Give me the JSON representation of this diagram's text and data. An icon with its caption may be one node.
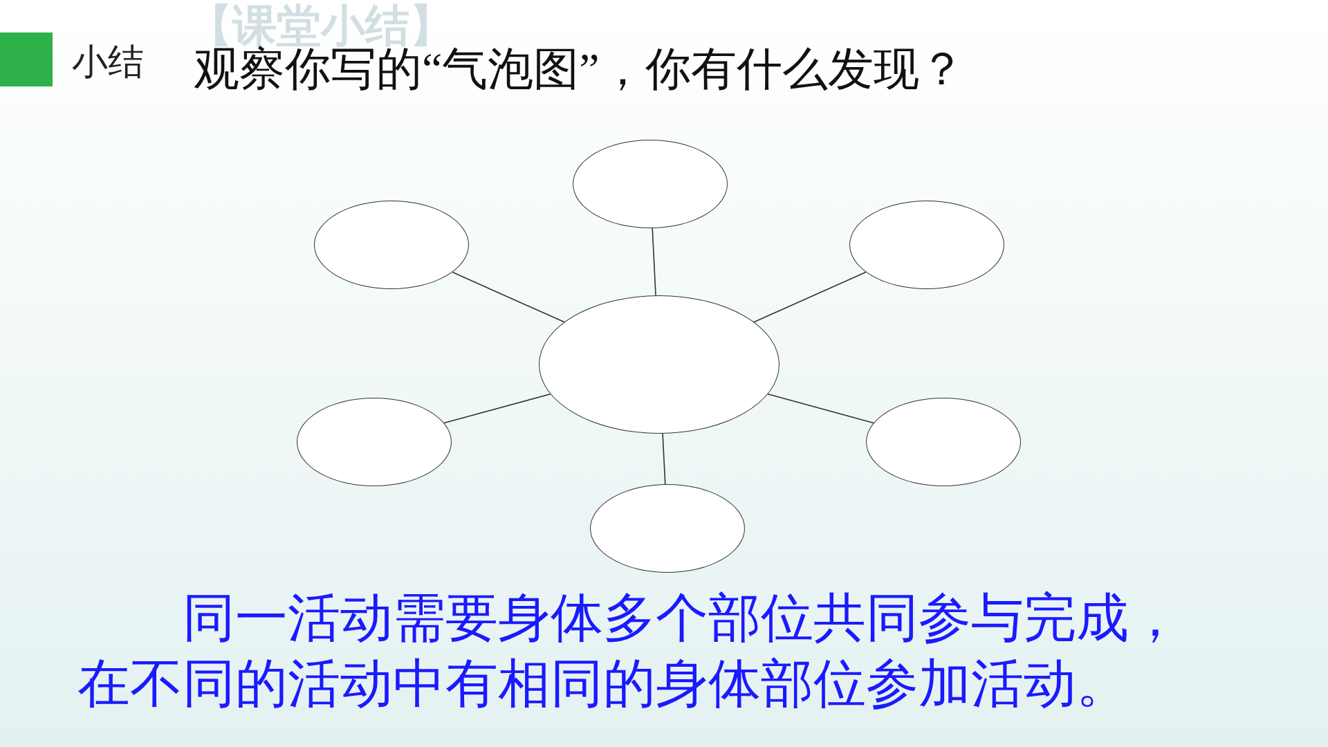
{
  "diagram": {
    "title": "观察你写的“气泡图”，你有什么发现？",
    "nodes": [
      {
        "text": [],
        "shape": "circle"
      },
      {
        "text": [],
        "shape": "circle"
      },
      {
        "text": [],
        "shape": "circle"
      },
      {
        "text": [],
        "shape": "circle"
      },
      {
        "text": [],
        "shape": "circle"
      },
      {
        "text": [],
        "shape": "circle"
      },
      {
        "text": [],
        "shape": "circle"
      }
    ],
    "edges": [
      {
        "from": 3,
        "to": 0,
        "arrow": "none"
      },
      {
        "from": 3,
        "to": 1,
        "arrow": "none"
      },
      {
        "from": 3,
        "to": 2,
        "arrow": "none"
      },
      {
        "from": 3,
        "to": 4,
        "arrow": "none"
      },
      {
        "from": 3,
        "to": 5,
        "arrow": "none"
      },
      {
        "from": 3,
        "to": 6,
        "arrow": "none"
      }
    ],
    "labels": [
      "【课堂小结】",
      "小结",
      "同一活动需要身体多个部位共同参与完成，在不同的活动中有相同的身体部位参加活动。"
    ]
  }
}
